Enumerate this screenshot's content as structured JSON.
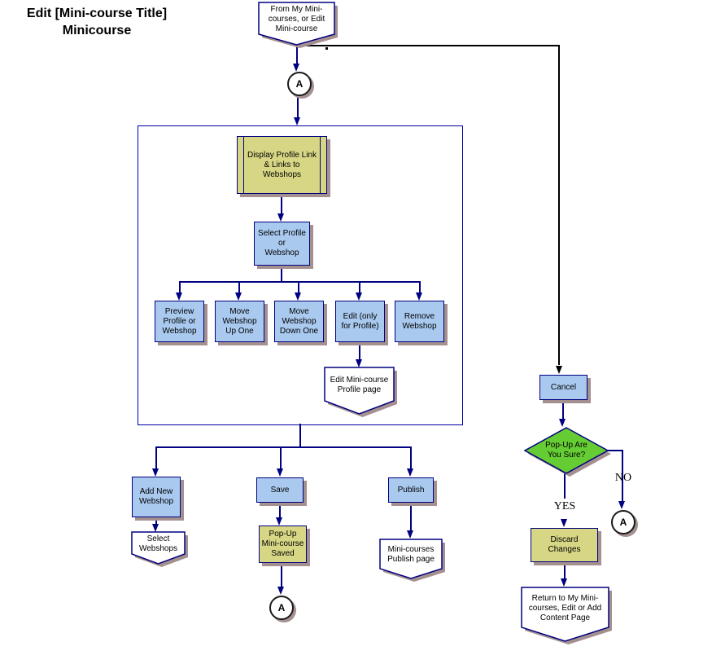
{
  "title": {
    "line1": "Edit [Mini-course Title]",
    "line2": "Minicourse"
  },
  "colors": {
    "node_blue": "#a9c9ef",
    "node_yellow": "#d6d685",
    "decision_green": "#66cc33",
    "border_navy": "#000080",
    "container_blue": "#0000a8",
    "connector_black": "#000000",
    "shadow_gray": "#a59090"
  },
  "connectors": {
    "a_label": "A",
    "yes_label": "YES",
    "no_label": "NO"
  },
  "nodes": {
    "start": {
      "label": "From My Mini-\ncourses, or Edit\nMini-course"
    },
    "display_profile_link": {
      "label": "Display Profile Link\n& Links to\nWebshops"
    },
    "select_profile_or_webshop": {
      "label": "Select Profile\nor\nWebshop"
    },
    "preview_profile": {
      "label": "Preview\nProfile or\nWebshop"
    },
    "move_webshop_up": {
      "label": "Move\nWebshop\nUp One"
    },
    "move_webshop_down": {
      "label": "Move\nWebshop\nDown One"
    },
    "edit_only_profile": {
      "label": "Edit (only\nfor Profile)"
    },
    "remove_webshop": {
      "label": "Remove\nWebshop"
    },
    "edit_minicourse_profile_page": {
      "label": "Edit Mini-course\nProfile page"
    },
    "add_new_webshop": {
      "label": "Add New\nWebshop"
    },
    "save": {
      "label": "Save"
    },
    "publish": {
      "label": "Publish"
    },
    "select_webshops": {
      "label": "Select\nWebshops"
    },
    "popup_minicourse_saved": {
      "label": "Pop-Up\nMini-course\nSaved"
    },
    "minicourses_publish_page": {
      "label": "Mini-courses\nPublish page"
    },
    "cancel": {
      "label": "Cancel"
    },
    "popup_are_you_sure": {
      "label": "Pop-Up Are\nYou Sure?"
    },
    "discard_changes": {
      "label": "Discard\nChanges"
    },
    "return_to_my_minicourses": {
      "label": "Return to My Mini-\ncourses, Edit or Add\nContent Page"
    }
  }
}
